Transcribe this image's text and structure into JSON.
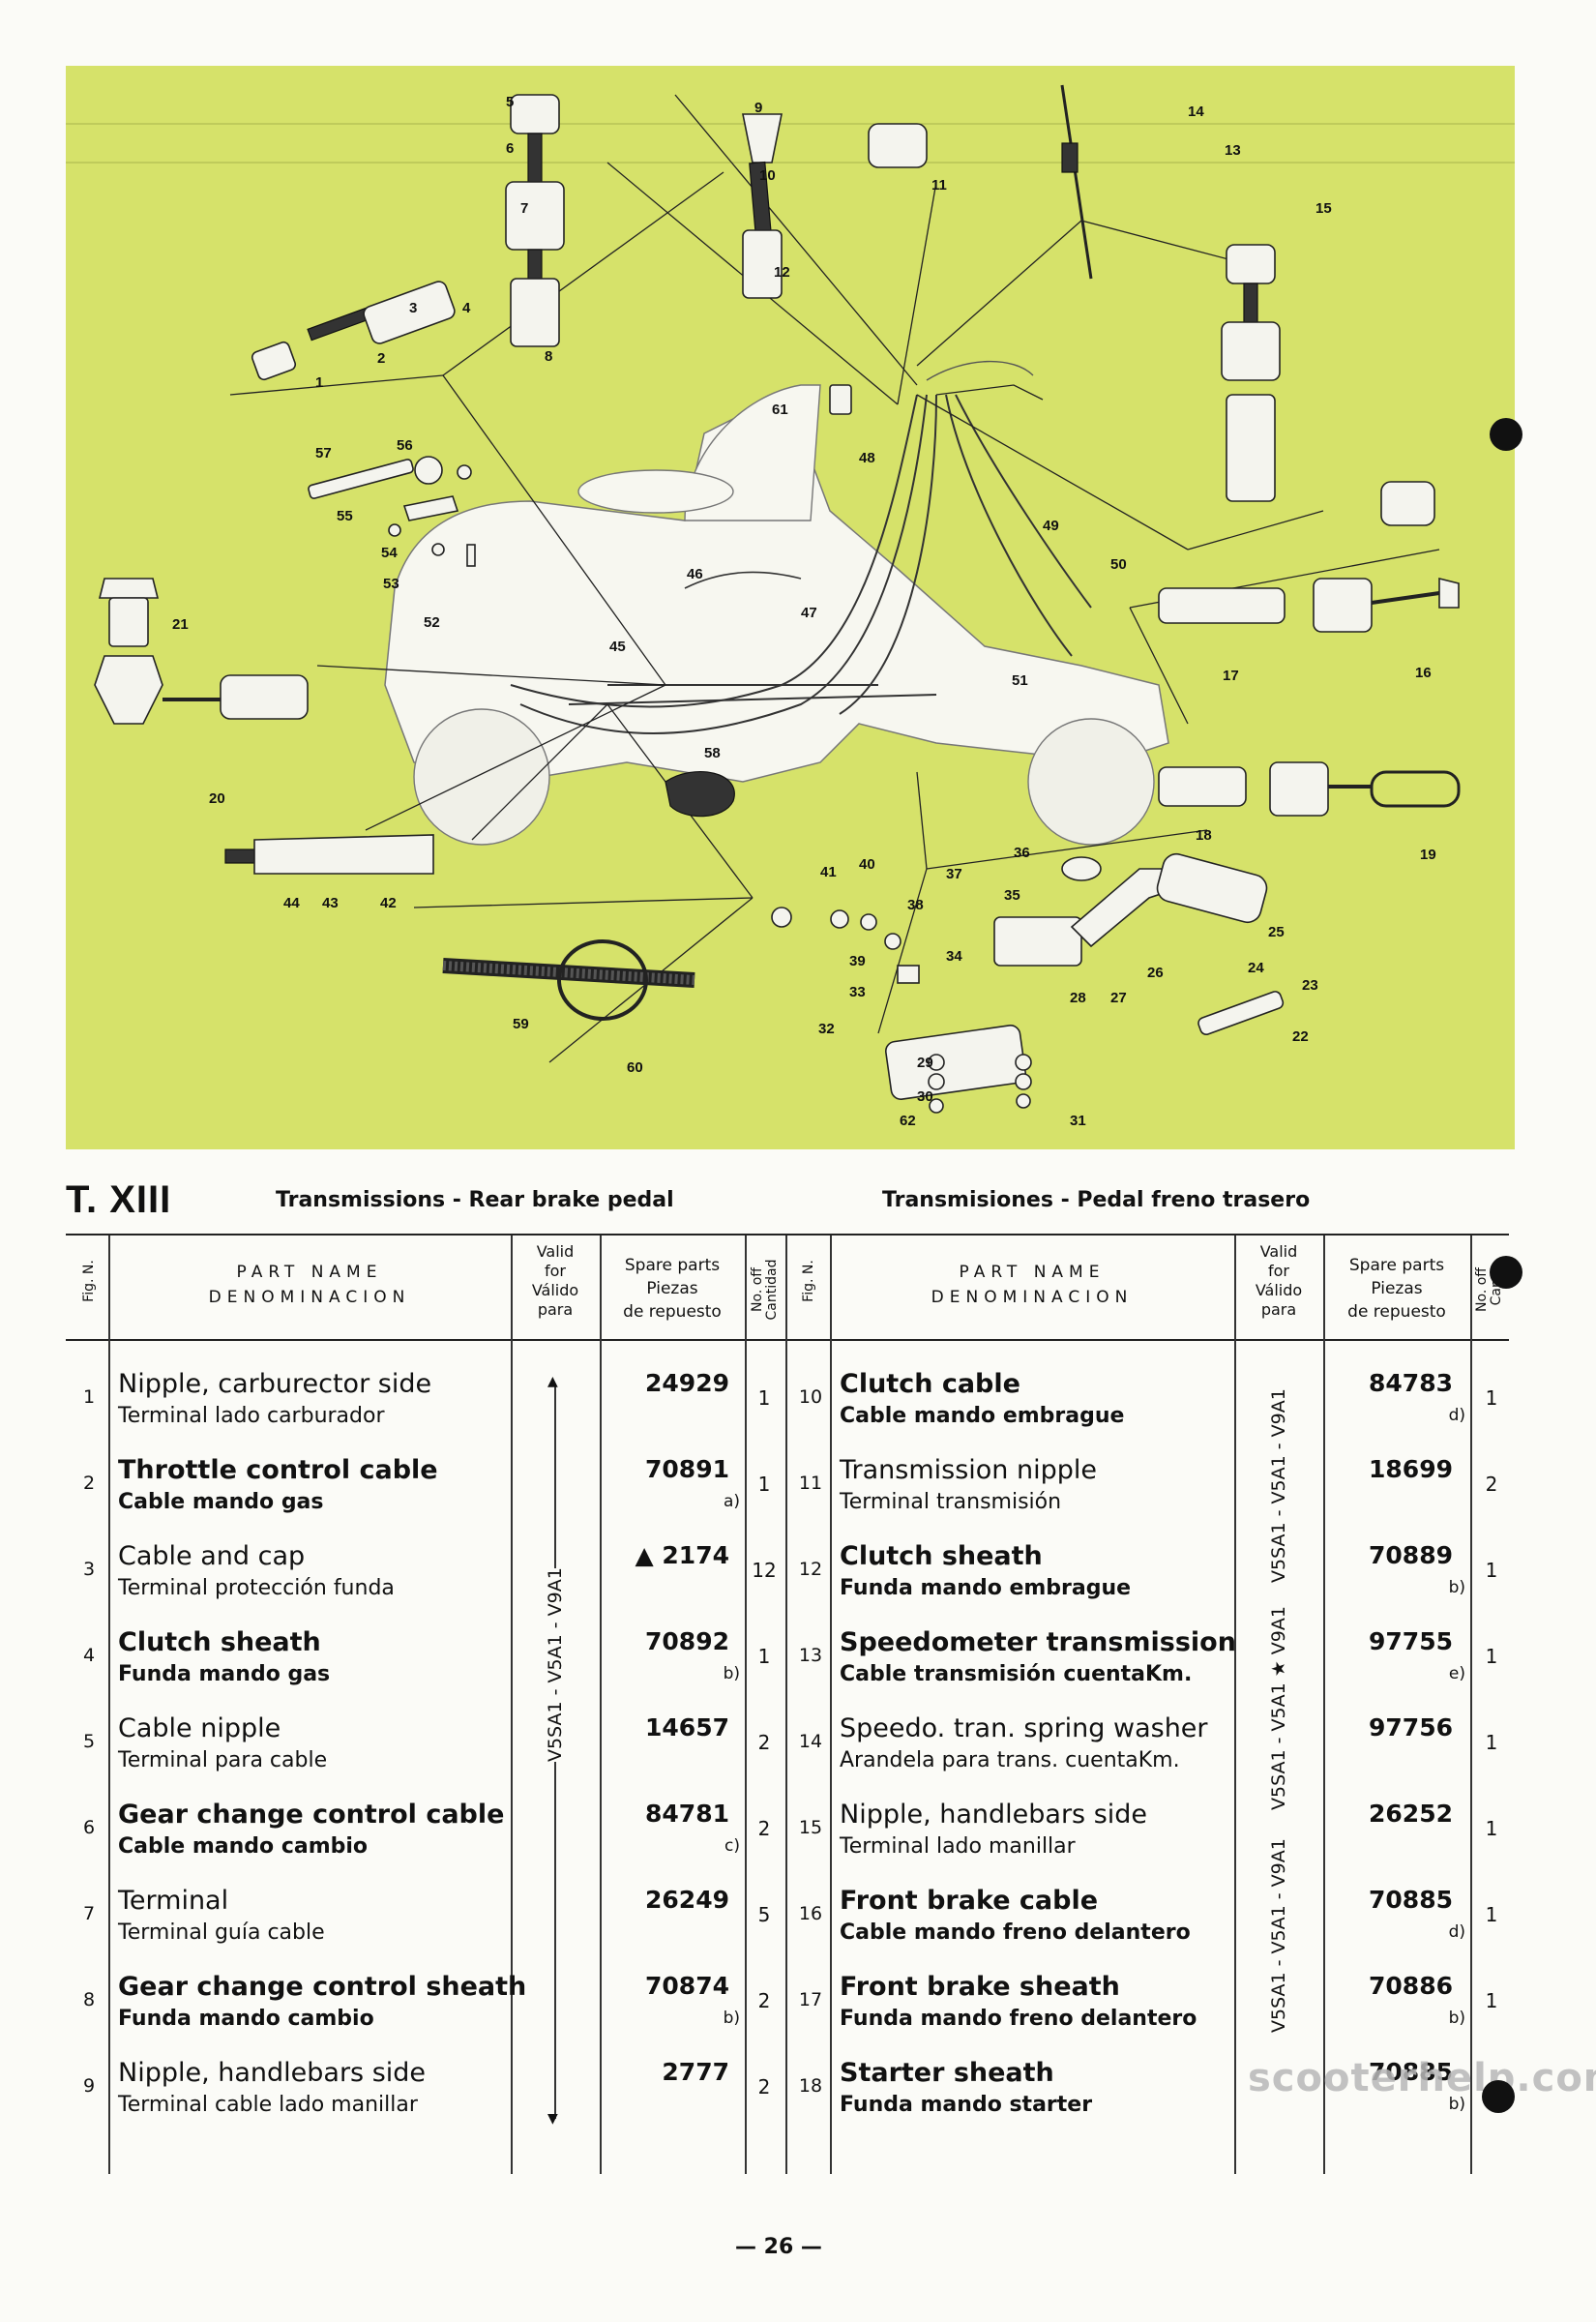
{
  "diagram": {
    "labels": [
      "1",
      "2",
      "3",
      "4",
      "5",
      "6",
      "7",
      "8",
      "9",
      "10",
      "11",
      "12",
      "13",
      "14",
      "15",
      "16",
      "17",
      "18",
      "19",
      "20",
      "21",
      "22",
      "23",
      "24",
      "25",
      "26",
      "27",
      "28",
      "29",
      "30",
      "31",
      "32",
      "33",
      "34",
      "35",
      "36",
      "37",
      "38",
      "39",
      "40",
      "41",
      "42",
      "43",
      "44",
      "45",
      "46",
      "47",
      "48",
      "49",
      "50",
      "51",
      "52",
      "53",
      "54",
      "55",
      "56",
      "57",
      "58",
      "59",
      "60",
      "61",
      "62"
    ]
  },
  "plate": "T. XIII",
  "title_en": "Transmissions - Rear brake pedal",
  "title_es": "Transmisiones - Pedal freno trasero",
  "header": {
    "fig": "Fig. N.",
    "part_name": "PART NAME",
    "denominacion": "DENOMINACION",
    "valid": [
      "Valid",
      "for",
      "Válido",
      "para"
    ],
    "spare": [
      "Spare parts",
      "Piezas",
      "de repuesto"
    ],
    "qty": [
      "No. off",
      "Cantidad"
    ],
    "qty_right": [
      "No. off",
      "Cant"
    ]
  },
  "validity_left": "V5SA1 - V5A1 - V9A1",
  "validity_right_1": "V5SA1 - V5A1 - V9A1",
  "validity_right_2": "V5SA1 - V5A1 ★ V9A1",
  "validity_right_3": "V5SA1 - V5A1 - V9A1",
  "left_rows": [
    {
      "n": "1",
      "en": "Nipple, carburector side",
      "es": "Terminal lado carburador",
      "code": "24929",
      "note": "",
      "qty": "1",
      "bold": false
    },
    {
      "n": "2",
      "en": "Throttle control cable",
      "es": "Cable mando gas",
      "code": "70891",
      "note": "a)",
      "qty": "1",
      "bold": true
    },
    {
      "n": "3",
      "en": "Cable and cap",
      "es": "Terminal protección funda",
      "code": "▲ 2174",
      "note": "",
      "qty": "12",
      "bold": false
    },
    {
      "n": "4",
      "en": "Clutch sheath",
      "es": "Funda mando gas",
      "code": "70892",
      "note": "b)",
      "qty": "1",
      "bold": true
    },
    {
      "n": "5",
      "en": "Cable nipple",
      "es": "Terminal para cable",
      "code": "14657",
      "note": "",
      "qty": "2",
      "bold": false
    },
    {
      "n": "6",
      "en": "Gear change control cable",
      "es": "Cable mando cambio",
      "code": "84781",
      "note": "c)",
      "qty": "2",
      "bold": true
    },
    {
      "n": "7",
      "en": "Terminal",
      "es": "Terminal guía cable",
      "code": "26249",
      "note": "",
      "qty": "5",
      "bold": false
    },
    {
      "n": "8",
      "en": "Gear change control sheath",
      "es": "Funda mando cambio",
      "code": "70874",
      "note": "b)",
      "qty": "2",
      "bold": true
    },
    {
      "n": "9",
      "en": "Nipple, handlebars side",
      "es": "Terminal cable lado manillar",
      "code": "2777",
      "note": "",
      "qty": "2",
      "bold": false
    }
  ],
  "right_rows": [
    {
      "n": "10",
      "en": "Clutch cable",
      "es": "Cable mando embrague",
      "code": "84783",
      "note": "d)",
      "qty": "1",
      "bold": true
    },
    {
      "n": "11",
      "en": "Transmission nipple",
      "es": "Terminal transmisión",
      "code": "18699",
      "note": "",
      "qty": "2",
      "bold": false
    },
    {
      "n": "12",
      "en": "Clutch sheath",
      "es": "Funda mando embrague",
      "code": "70889",
      "note": "b)",
      "qty": "1",
      "bold": true
    },
    {
      "n": "13",
      "en": "Speedometer transmission",
      "es": "Cable transmisión cuentaKm.",
      "code": "97755",
      "note": "e)",
      "qty": "1",
      "bold": true
    },
    {
      "n": "14",
      "en": "Speedo. tran. spring washer",
      "es": "Arandela para trans. cuentaKm.",
      "code": "97756",
      "note": "",
      "qty": "1",
      "bold": false
    },
    {
      "n": "15",
      "en": "Nipple, handlebars side",
      "es": "Terminal lado manillar",
      "code": "26252",
      "note": "",
      "qty": "1",
      "bold": false
    },
    {
      "n": "16",
      "en": "Front brake cable",
      "es": "Cable mando freno delantero",
      "code": "70885",
      "note": "d)",
      "qty": "1",
      "bold": true
    },
    {
      "n": "17",
      "en": "Front brake sheath",
      "es": "Funda mando freno delantero",
      "code": "70886",
      "note": "b)",
      "qty": "1",
      "bold": true
    },
    {
      "n": "18",
      "en": "Starter sheath",
      "es": "Funda mando starter",
      "code": "70885",
      "note": "b)",
      "qty": "",
      "bold": true
    }
  ],
  "page_number": "— 26 —",
  "watermark": "scooterhelp.com"
}
